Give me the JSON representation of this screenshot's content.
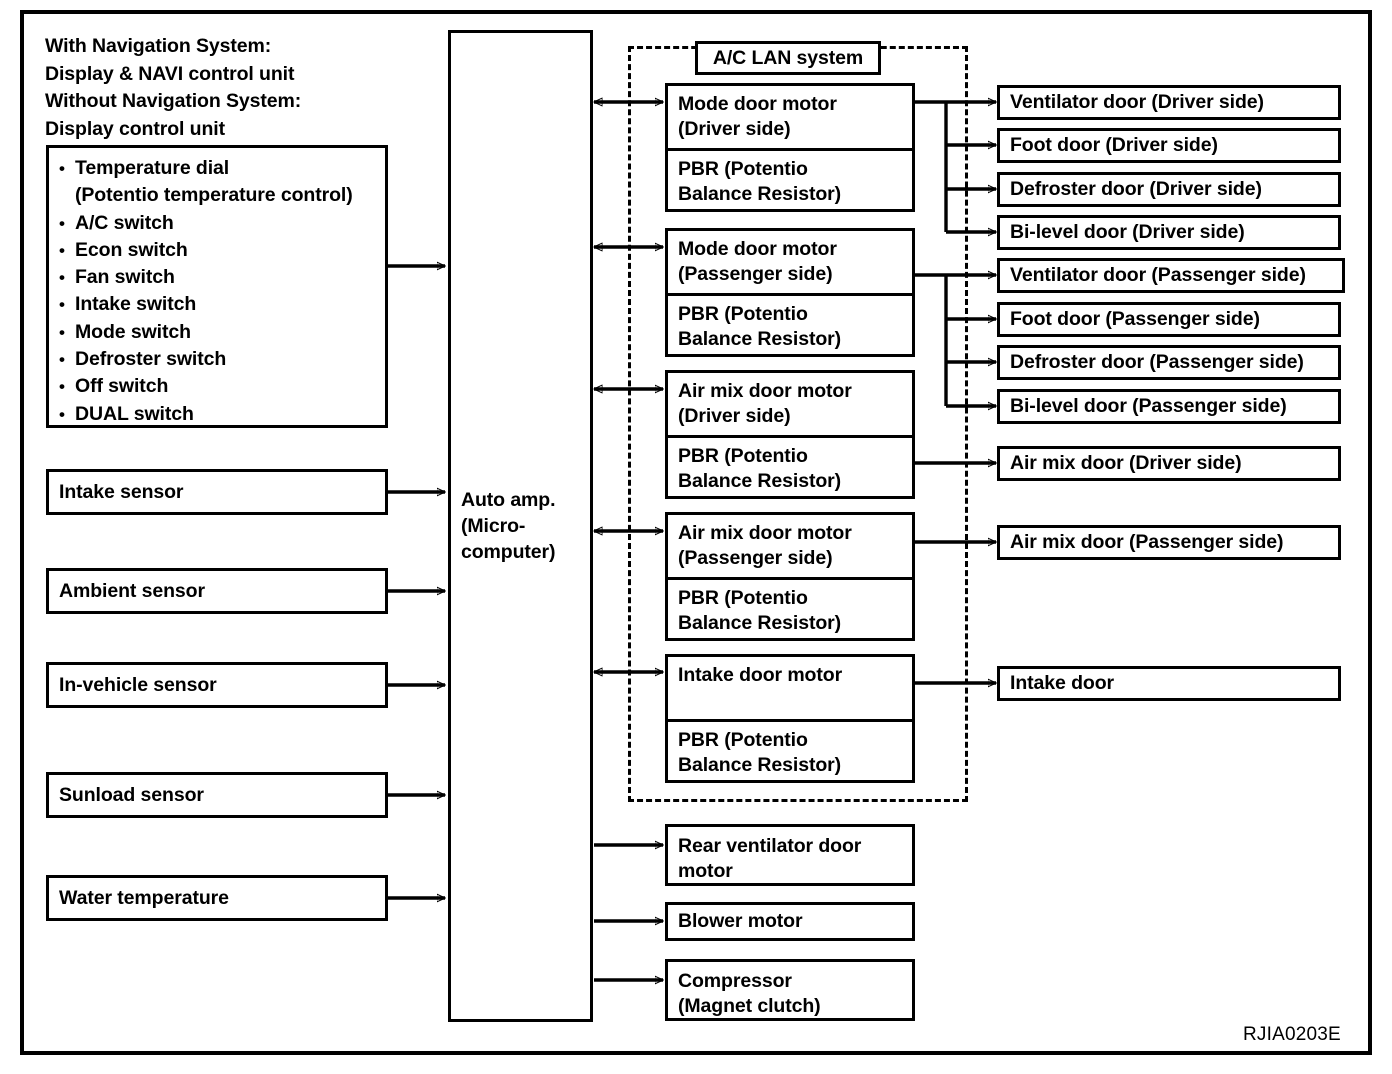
{
  "figure": {
    "code": "RJIA0203E",
    "headnote": "With Navigation System:\nDisplay & NAVI control unit\nWithout Navigation System:\nDisplay control unit"
  },
  "control_unit": {
    "items": [
      "Temperature dial\n(Potentio temperature control)",
      "A/C switch",
      "Econ switch",
      "Fan switch",
      "Intake switch",
      "Mode switch",
      "Defroster switch",
      "Off switch",
      "DUAL switch"
    ]
  },
  "sensors": [
    {
      "label": "Intake sensor"
    },
    {
      "label": "Ambient sensor"
    },
    {
      "label": "In-vehicle sensor"
    },
    {
      "label": "Sunload sensor"
    },
    {
      "label": "Water temperature"
    }
  ],
  "auto_amp": {
    "label": "Auto amp.\n(Micro-\ncomputer)"
  },
  "lan": {
    "label": "A/C LAN system"
  },
  "pbr_label": "PBR (Potentio\nBalance Resistor)",
  "actuators": [
    {
      "motor": "Mode door motor\n(Driver side)",
      "pbr": "PBR (Potentio\nBalance Resistor)"
    },
    {
      "motor": "Mode door motor\n(Passenger side)",
      "pbr": "PBR (Potentio\nBalance Resistor)"
    },
    {
      "motor": "Air mix door motor\n(Driver side)",
      "pbr": "PBR (Potentio\nBalance Resistor)"
    },
    {
      "motor": "Air mix door motor\n(Passenger side)",
      "pbr": "PBR (Potentio\nBalance Resistor)"
    },
    {
      "motor": "Intake door motor",
      "pbr": "PBR (Potentio\nBalance Resistor)"
    }
  ],
  "outputs": [
    {
      "label": "Rear ventilator door\nmotor"
    },
    {
      "label": "Blower motor"
    },
    {
      "label": "Compressor\n(Magnet clutch)"
    }
  ],
  "doors": [
    {
      "label": "Ventilator door (Driver side)"
    },
    {
      "label": "Foot door (Driver side)"
    },
    {
      "label": "Defroster door (Driver side)"
    },
    {
      "label": "Bi-level door (Driver side)"
    },
    {
      "label": "Ventilator door (Passenger side)"
    },
    {
      "label": "Foot door (Passenger side)"
    },
    {
      "label": "Defroster door (Passenger side)"
    },
    {
      "label": "Bi-level door (Passenger side)"
    },
    {
      "label": "Air mix door (Driver side)"
    },
    {
      "label": "Air mix door (Passenger side)"
    },
    {
      "label": "Intake door"
    }
  ],
  "colors": {
    "line": "#000000",
    "background": "#ffffff"
  }
}
